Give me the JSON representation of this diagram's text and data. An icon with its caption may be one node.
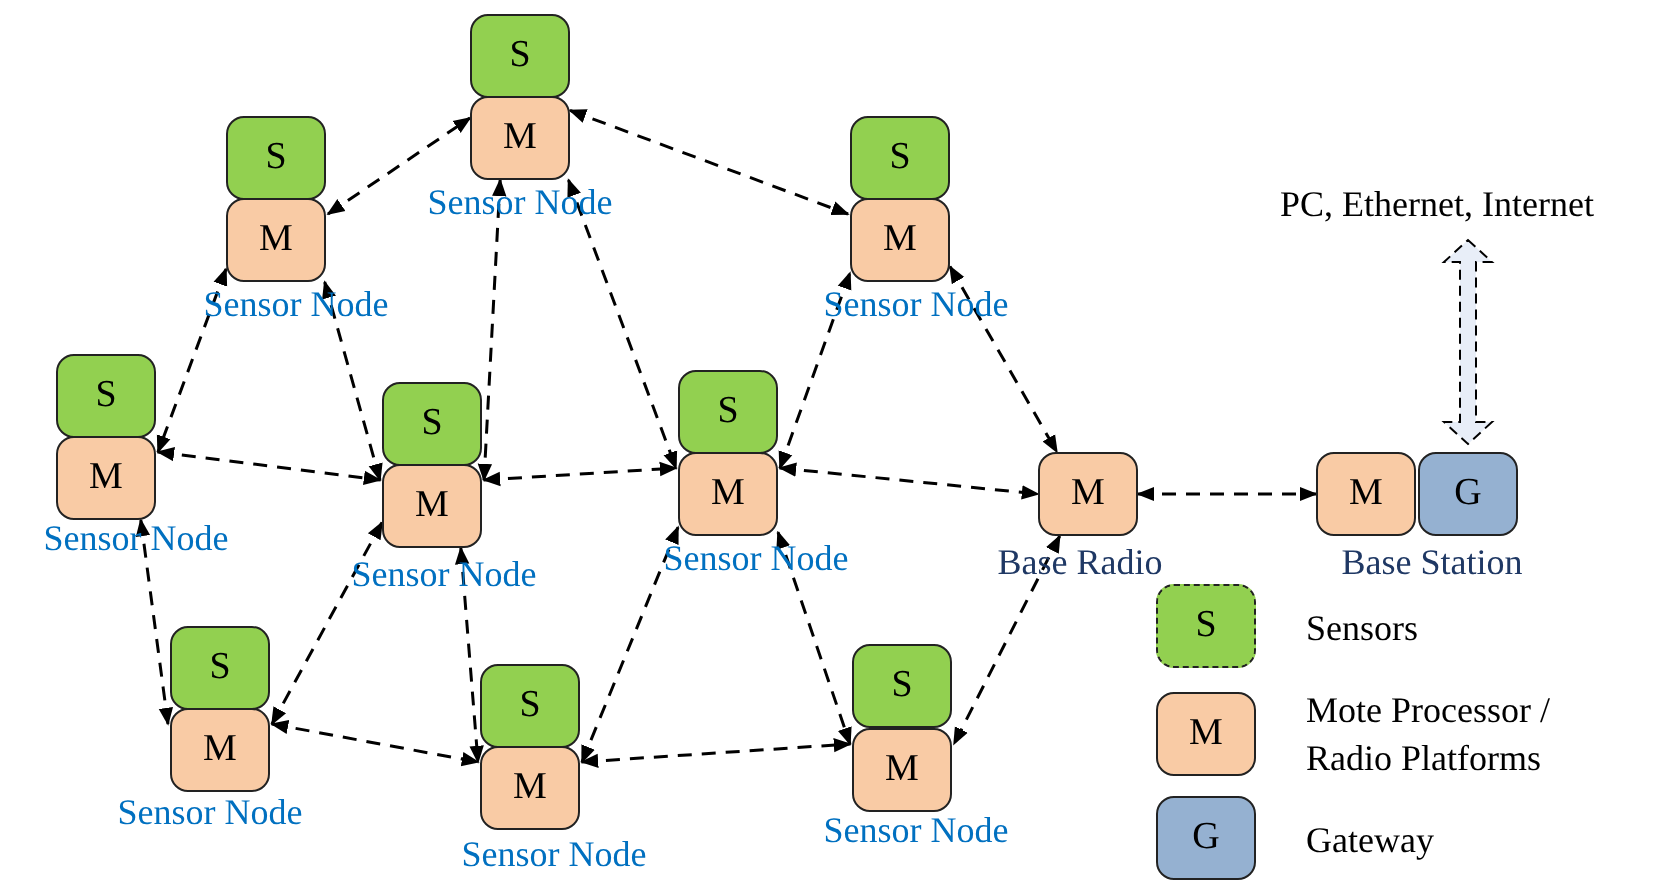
{
  "diagram": {
    "nodes": [
      {
        "text": [
          "S"
        ]
      },
      {
        "text": [
          "M"
        ],
        "beside": [
          "Sensor Node"
        ]
      },
      {
        "text": [
          "S"
        ]
      },
      {
        "text": [
          "S"
        ]
      },
      {
        "text": [
          "M"
        ],
        "beside": [
          "Sensor Node"
        ]
      },
      {
        "text": [
          "M"
        ],
        "beside": [
          "Sensor Node"
        ]
      },
      {
        "text": [
          "PC, Ethernet, Internet"
        ]
      },
      {
        "text": [
          "S"
        ]
      },
      {
        "text": [
          "S"
        ]
      },
      {
        "text": [
          "S"
        ]
      },
      {
        "text": [
          "M"
        ],
        "beside": [
          "Sensor Node"
        ]
      },
      {
        "text": [
          "M"
        ],
        "beside": [
          "Sensor Node"
        ]
      },
      {
        "text": [
          "M"
        ],
        "beside": [
          "Sensor Node"
        ]
      },
      {
        "text": [
          "M"
        ],
        "beside": [
          "Base Radio"
        ]
      },
      {
        "text": [
          "M"
        ],
        "beside": [
          "Base Station"
        ]
      },
      {
        "text": [
          "G"
        ]
      },
      {
        "text": [
          "S"
        ]
      },
      {
        "text": [
          "S"
        ]
      },
      {
        "text": [
          "S"
        ]
      },
      {
        "text": [
          "M"
        ],
        "beside": [
          "Sensor Node"
        ]
      },
      {
        "text": [
          "M"
        ],
        "beside": [
          "Sensor Node"
        ]
      },
      {
        "text": [
          "M"
        ],
        "beside": [
          "Sensor Node"
        ]
      }
    ],
    "edges": [
      {
        "from": 4,
        "to": 1,
        "arrow": "both",
        "style": "dashed"
      },
      {
        "from": 1,
        "to": 5,
        "arrow": "both",
        "style": "dashed"
      },
      {
        "from": 1,
        "to": 11,
        "arrow": "both",
        "style": "dashed"
      },
      {
        "from": 1,
        "to": 12,
        "arrow": "both",
        "style": "dashed"
      },
      {
        "from": 4,
        "to": 10,
        "arrow": "both",
        "style": "dashed"
      },
      {
        "from": 4,
        "to": 11,
        "arrow": "both",
        "style": "dashed"
      },
      {
        "from": 10,
        "to": 11,
        "arrow": "both",
        "style": "dashed"
      },
      {
        "from": 10,
        "to": 19,
        "arrow": "both",
        "style": "dashed"
      },
      {
        "from": 11,
        "to": 12,
        "arrow": "both",
        "style": "dashed"
      },
      {
        "from": 11,
        "to": 19,
        "arrow": "both",
        "style": "dashed"
      },
      {
        "from": 11,
        "to": 20,
        "arrow": "both",
        "style": "dashed"
      },
      {
        "from": 12,
        "to": 5,
        "arrow": "both",
        "style": "dashed"
      },
      {
        "from": 12,
        "to": 13,
        "arrow": "both",
        "style": "dashed"
      },
      {
        "from": 12,
        "to": 20,
        "arrow": "both",
        "style": "dashed"
      },
      {
        "from": 12,
        "to": 21,
        "arrow": "both",
        "style": "dashed"
      },
      {
        "from": 5,
        "to": 13,
        "arrow": "both",
        "style": "dashed"
      },
      {
        "from": 13,
        "to": 14,
        "arrow": "both",
        "style": "dashed"
      },
      {
        "from": 13,
        "to": 21,
        "arrow": "both",
        "style": "dashed"
      },
      {
        "from": 19,
        "to": 20,
        "arrow": "both",
        "style": "dashed"
      },
      {
        "from": 20,
        "to": 21,
        "arrow": "both",
        "style": "dashed"
      },
      {
        "from": 6,
        "to": 15,
        "arrow": "both",
        "style": "thick"
      }
    ],
    "labels": [
      "S",
      "M",
      "G"
    ],
    "legend": [
      {
        "text": "Sensors",
        "color": "#92d050"
      },
      {
        "text": "Mote Processor / Radio Platforms",
        "color": "#f9cba5"
      },
      {
        "text": "Gateway",
        "color": "#95b1d1"
      }
    ]
  }
}
